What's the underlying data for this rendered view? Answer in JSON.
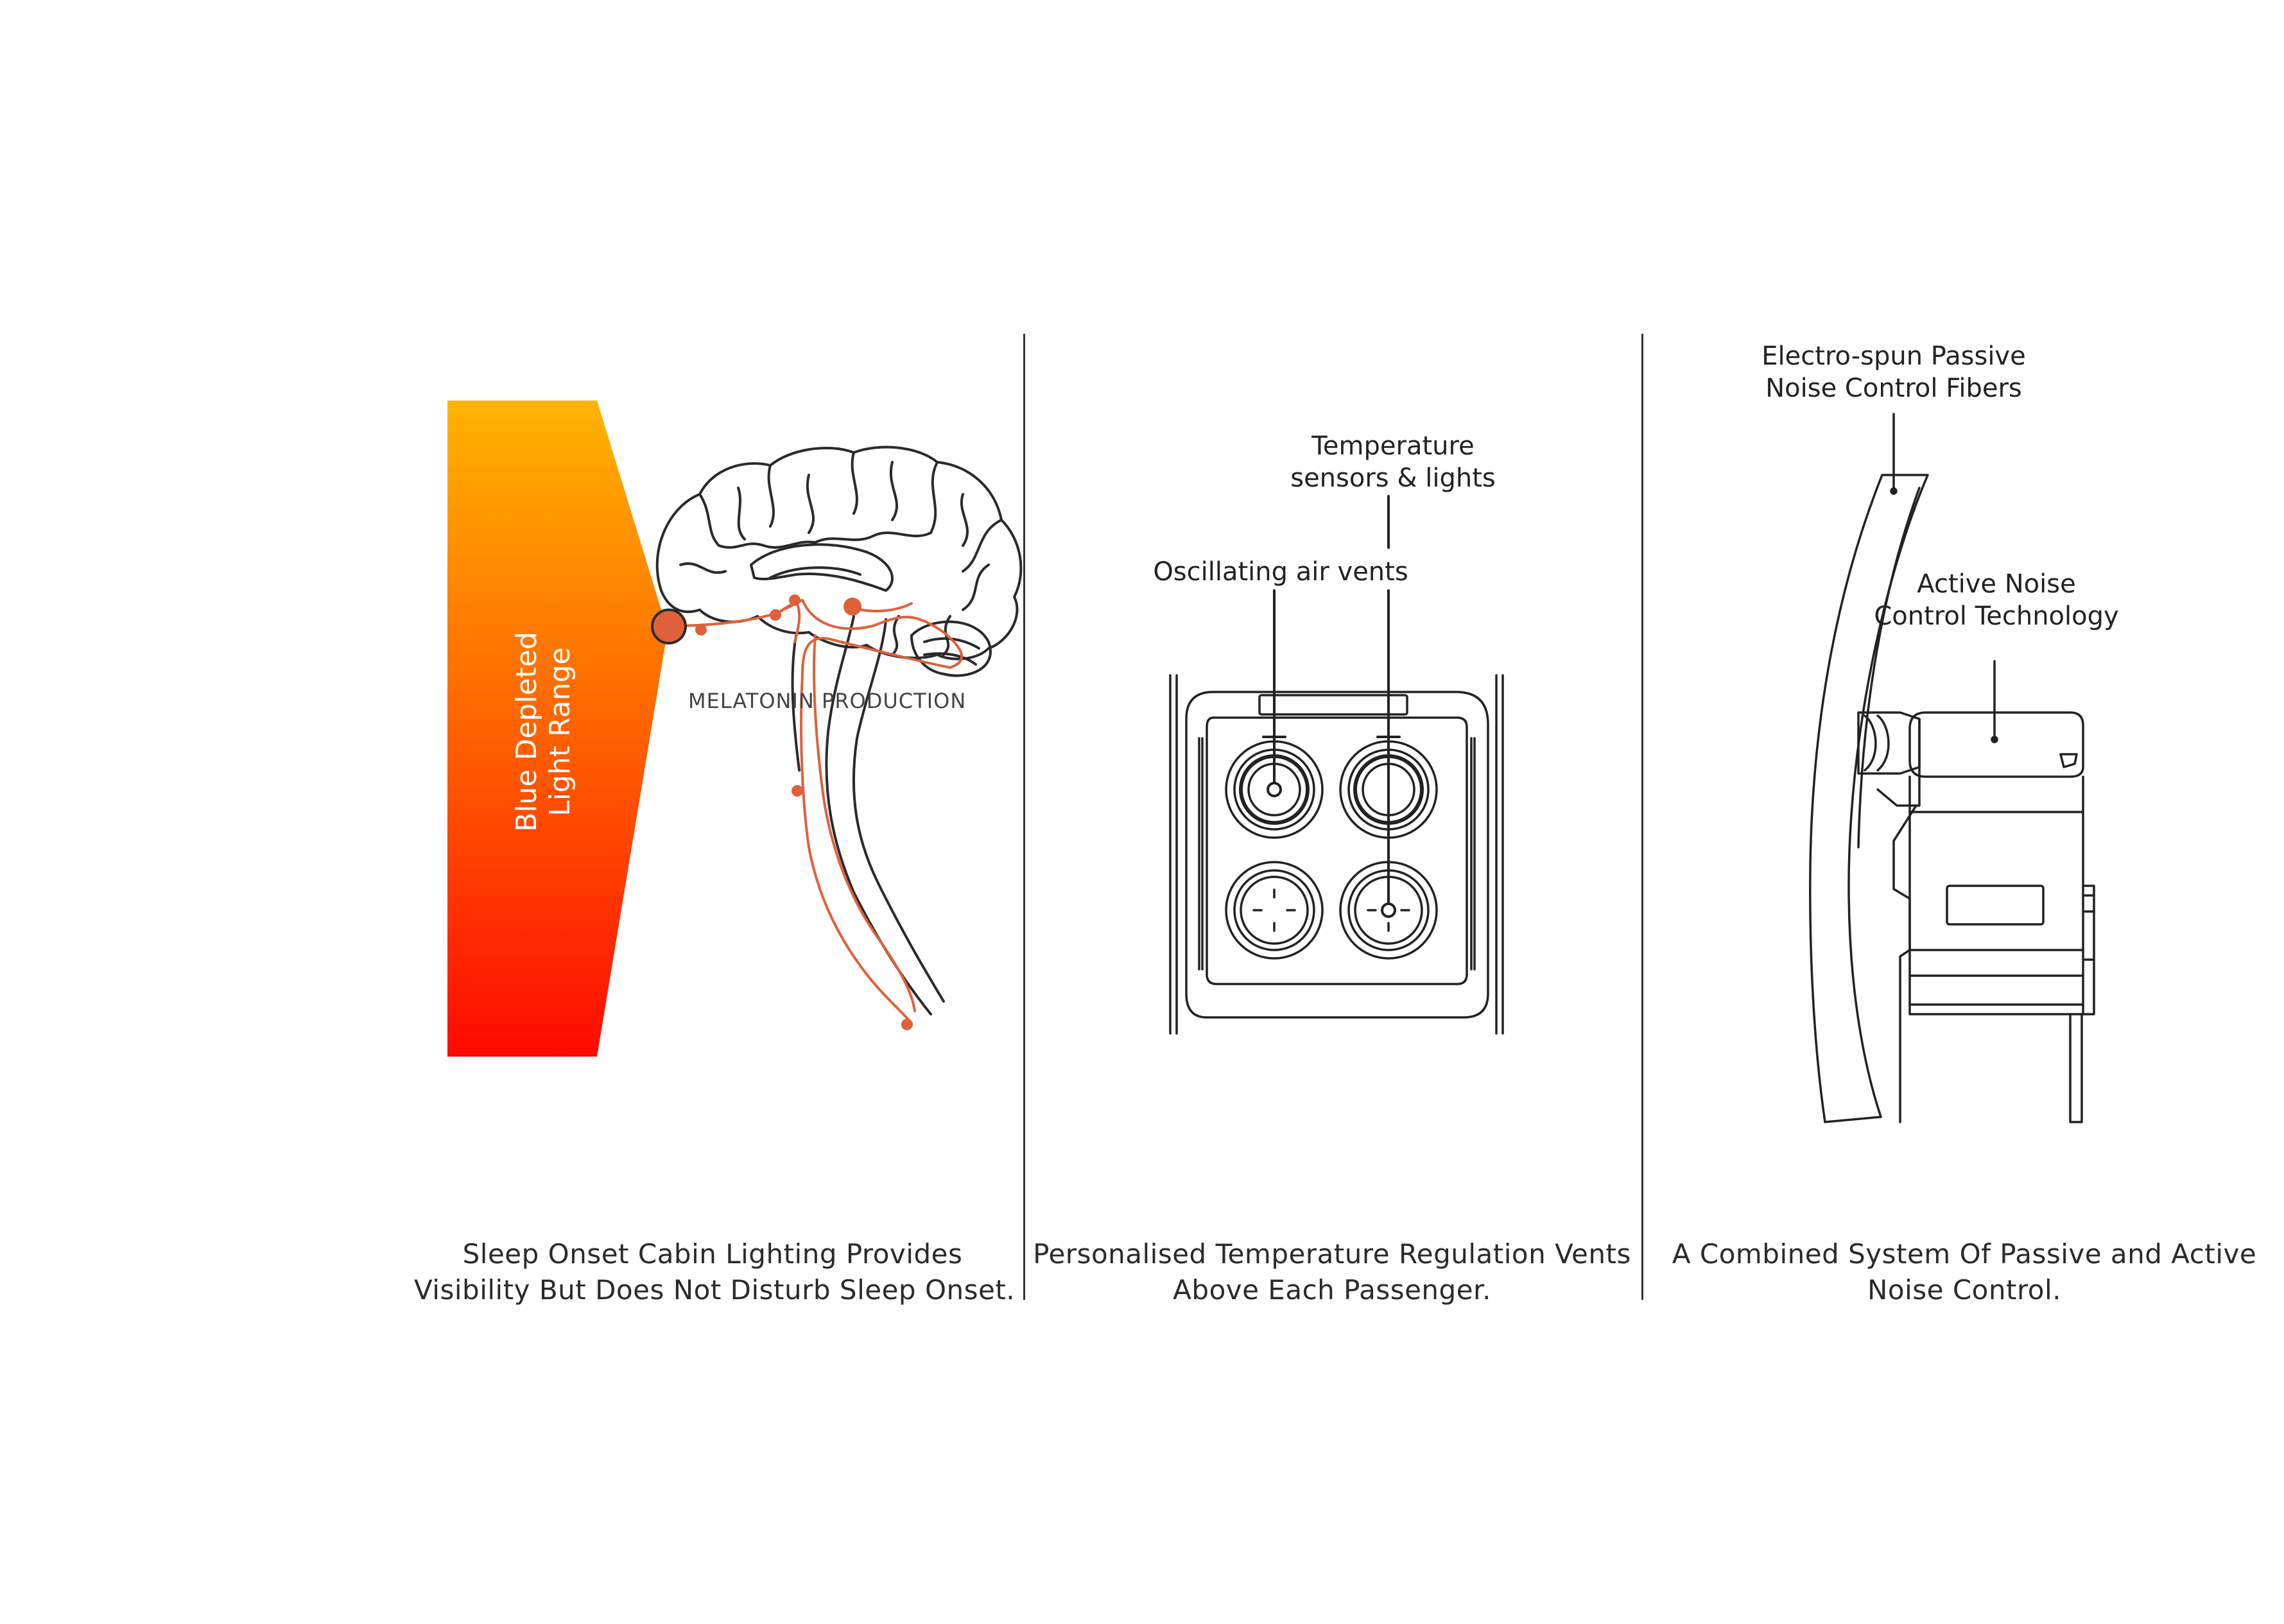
{
  "panels": [
    {
      "id": "lighting",
      "light_band_label_line1": "Blue Depleted",
      "light_band_label_line2": "Light Range",
      "brain_label": "MELATONIN PRODUCTION",
      "caption_line1": "Sleep Onset Cabin Lighting Provides",
      "caption_line2": "Visibility But Does Not Disturb Sleep Onset."
    },
    {
      "id": "temperature",
      "label_sensors_line1": "Temperature",
      "label_sensors_line2": "sensors & lights",
      "label_vents": "Oscillating air vents",
      "caption_line1": "Personalised Temperature Regulation Vents",
      "caption_line2": "Above Each Passenger."
    },
    {
      "id": "noise",
      "label_fibers_line1": "Electro-spun Passive",
      "label_fibers_line2": "Noise Control Fibers",
      "label_anc_line1": "Active Noise",
      "label_anc_line2": "Control Technology",
      "caption_line1": "A Combined System Of Passive and Active",
      "caption_line2": "Noise Control."
    }
  ],
  "colors": {
    "gradient_top": "#ffb400",
    "gradient_bottom": "#ff0a00",
    "nerve": "#e0603a",
    "line": "#222222"
  },
  "icons": [
    "brain-illustration",
    "air-vent-panel",
    "seat-side-view"
  ]
}
